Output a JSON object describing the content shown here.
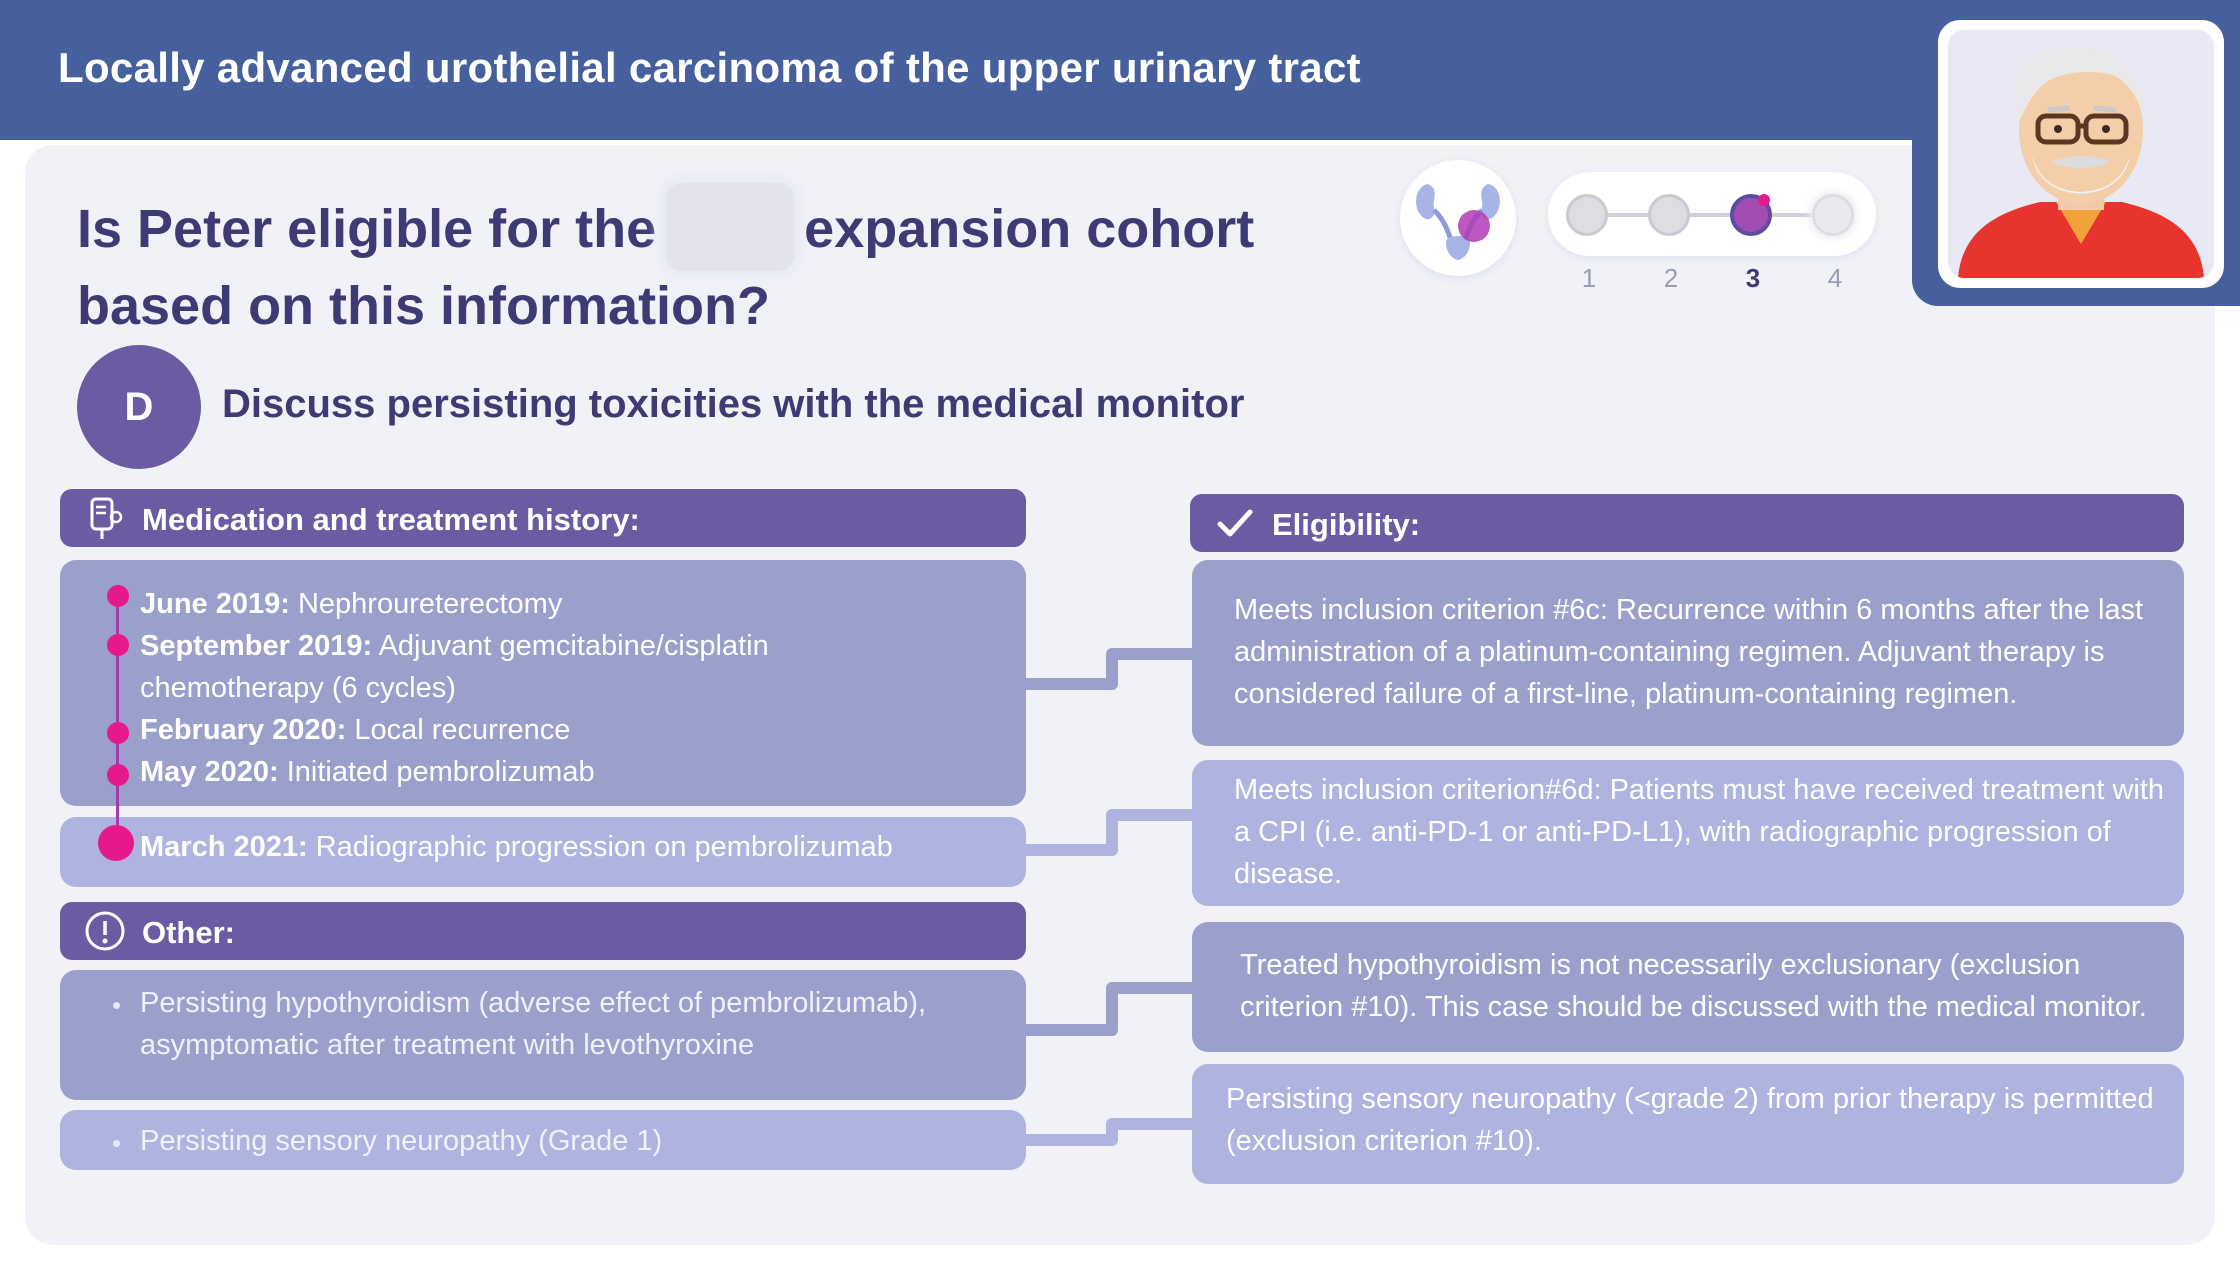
{
  "header": {
    "title": "Locally advanced urothelial carcinoma of the upper urinary tract"
  },
  "question": {
    "part1": "Is Peter eligible for the",
    "part2": "expansion cohort based on this information?"
  },
  "steps": {
    "labels": [
      "1",
      "2",
      "3",
      "4"
    ],
    "active": 3
  },
  "decision": {
    "badge": "D",
    "text": "Discuss persisting toxicities with the medical monitor"
  },
  "left": {
    "history_header": "Medication and treatment history:",
    "timeline": [
      {
        "date": "June 2019:",
        "text": " Nephroureterectomy"
      },
      {
        "date": "September 2019:",
        "text": " Adjuvant gemcitabine/cisplatin chemotherapy (6 cycles)"
      },
      {
        "date": "February 2020:",
        "text": " Local recurrence"
      },
      {
        "date": "May 2020:",
        "text": " Initiated pembrolizumab"
      },
      {
        "date": "March 2021:",
        "text": " Radiographic progression on pembrolizumab"
      }
    ],
    "other_header": "Other:",
    "other_items": [
      "Persisting hypothyroidism (adverse effect of pembrolizumab), asymptomatic after treatment with levothyroxine",
      "Persisting sensory neuropathy (Grade 1)"
    ]
  },
  "right": {
    "eligibility_header": "Eligibility:",
    "items": [
      "Meets inclusion criterion #6c: Recurrence within 6 months after the last administration of a platinum-containing regimen. Adjuvant therapy is considered failure of a first-line, platinum-containing regimen.",
      "Meets inclusion criterion#6d: Patients must have received treatment with a CPI (i.e. anti-PD-1 or anti-PD-L1), with radiographic progression of disease.",
      "Treated hypothyroidism is not necessarily exclusionary (exclusion criterion #10). This case should be discussed with the medical monitor.",
      "Persisting sensory neuropathy (<grade 2) from prior therapy is permitted (exclusion criterion #10)."
    ]
  },
  "colors": {
    "header_bg": "#46609e",
    "accent_purple": "#6b5ba3",
    "timeline_dot": "#e5188c",
    "title_text": "#3d3b73"
  }
}
